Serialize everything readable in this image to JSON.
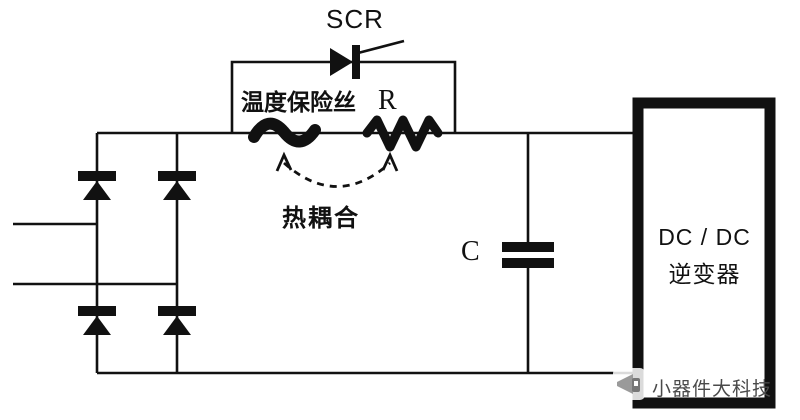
{
  "schematic": {
    "scr_label": "SCR",
    "thermal_fuse_label": "温度保险丝",
    "resistor_label": "R",
    "thermal_coupling_label": "热耦合",
    "capacitor_label": "C",
    "inverter_box": {
      "line1": "DC / DC",
      "line2": "逆变器"
    },
    "components": [
      "bridge-rectifier-4-diodes",
      "scr-bypass-branch",
      "thermal-fuse",
      "resistor-R",
      "filter-capacitor-C",
      "dc-dc-inverter-box"
    ]
  },
  "watermark": {
    "text": "小器件大科技"
  },
  "colors": {
    "ink": "#111111",
    "background": "#ffffff",
    "watermark_text": "#4a4a4a"
  }
}
